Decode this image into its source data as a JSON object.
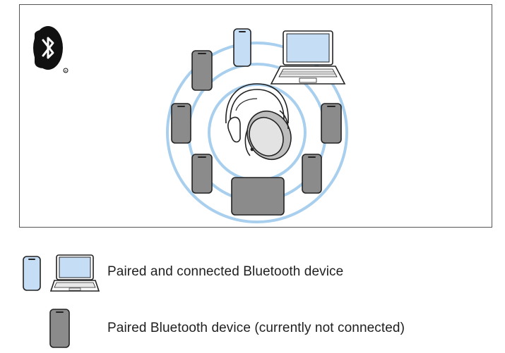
{
  "colors": {
    "ring": "#a9cfee",
    "connected_fill": "#c6def5",
    "paired_fill": "#8b8b8b",
    "outline": "#222222",
    "frame_border": "#555555"
  },
  "diagram": {
    "logo_icon": "bluetooth-logo",
    "center_icon": "headphones",
    "rings": 3,
    "devices": [
      {
        "kind": "phone",
        "state": "connected",
        "pos": "top"
      },
      {
        "kind": "laptop",
        "state": "connected",
        "pos": "top-right"
      },
      {
        "kind": "phone",
        "state": "paired",
        "pos": "upper-left"
      },
      {
        "kind": "phone",
        "state": "paired",
        "pos": "left"
      },
      {
        "kind": "phone",
        "state": "paired",
        "pos": "lower-left"
      },
      {
        "kind": "tablet",
        "state": "paired",
        "pos": "bottom"
      },
      {
        "kind": "phone",
        "state": "paired",
        "pos": "lower-right"
      },
      {
        "kind": "phone",
        "state": "paired",
        "pos": "right"
      }
    ]
  },
  "legend": [
    {
      "label": "Paired and connected Bluetooth device",
      "icons": [
        "phone-connected-icon",
        "laptop-connected-icon"
      ]
    },
    {
      "label": "Paired Bluetooth device (currently not connected)",
      "icons": [
        "phone-paired-icon"
      ]
    }
  ]
}
